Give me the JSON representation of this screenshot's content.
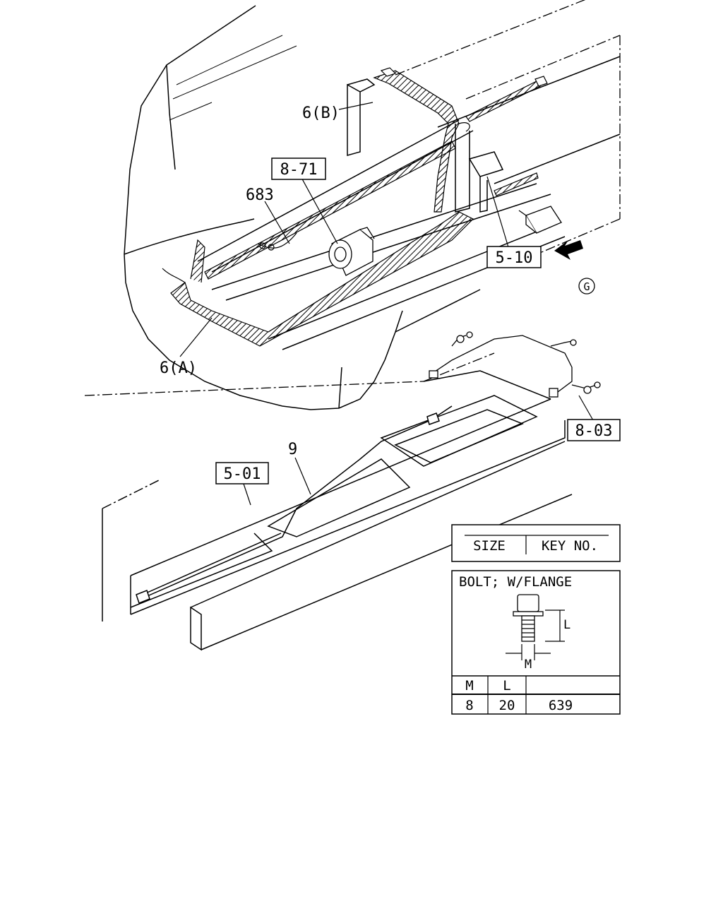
{
  "callouts": {
    "ref_6b": "6(B)",
    "ref_871": "8-71",
    "ref_683": "683",
    "ref_510": "5-10",
    "ref_g": "G",
    "ref_6a": "6(A)",
    "ref_803": "8-03",
    "ref_9": "9",
    "ref_501": "5-01"
  },
  "legend": {
    "size_header": "SIZE",
    "keyno_header": "KEY NO.",
    "bolt_title": "BOLT; W/FLANGE",
    "dim_l": "L",
    "dim_m": "M",
    "col_m": "M",
    "col_l": "L",
    "row_m": "8",
    "row_l": "20",
    "row_key": "639"
  }
}
